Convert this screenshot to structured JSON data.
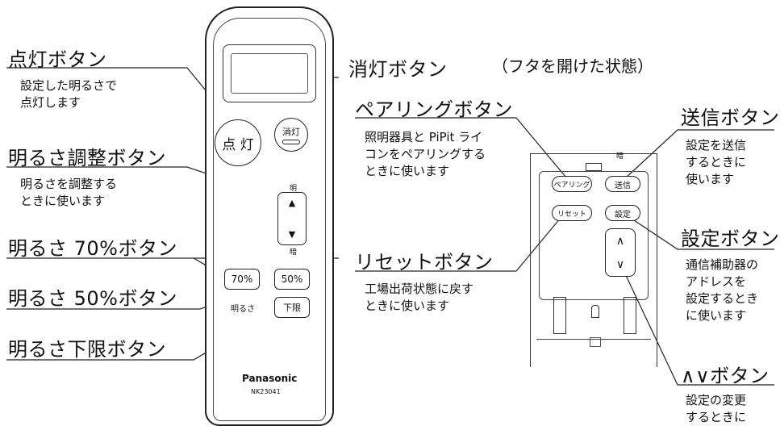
{
  "remote": {
    "on_button": "点 灯",
    "off_button_line1": "消灯",
    "brightness_top": "明",
    "brightness_bottom": "暗",
    "up_arrow": "▲",
    "down_arrow": "▼",
    "btn_70": "70%",
    "btn_50": "50%",
    "brightness_label": "明るさ",
    "btn_lower_limit": "下限",
    "brand": "Panasonic",
    "model": "NK23041"
  },
  "cover": {
    "title": "（フタを開けた状態）",
    "dark_label": "暗",
    "pairing_button": "ペアリング",
    "send_button": "送信",
    "reset_button": "リセット",
    "settings_button": "設定",
    "up_button": "∧",
    "down_button": "∨"
  },
  "labels": {
    "on": {
      "title": "点灯ボタン",
      "desc": "設定した明るさで\n点灯します"
    },
    "off": {
      "title": "消灯ボタン"
    },
    "adjust": {
      "title": "明るさ調整ボタン",
      "desc": "明るさを調整する\nときに使います"
    },
    "b70": {
      "title": "明るさ 70%ボタン"
    },
    "b50": {
      "title": "明るさ 50%ボタン"
    },
    "lower": {
      "title": "明るさ下限ボタン"
    },
    "pairing": {
      "title": "ペアリングボタン",
      "desc": "照明器具と PiPit ライ\nコンをペアリングする\nときに使います"
    },
    "reset": {
      "title": "リセットボタン",
      "desc": "工場出荷状態に戻す\nときに使います"
    },
    "send": {
      "title": "送信ボタン",
      "desc": "設定を送信\nするときに\n使います"
    },
    "settings": {
      "title": "設定ボタン",
      "desc": "通信補助器の\nアドレスを\n設定するとき\nに使います"
    },
    "updown": {
      "title": "∧∨ボタン",
      "desc": "設定の変更\nするときに"
    }
  }
}
